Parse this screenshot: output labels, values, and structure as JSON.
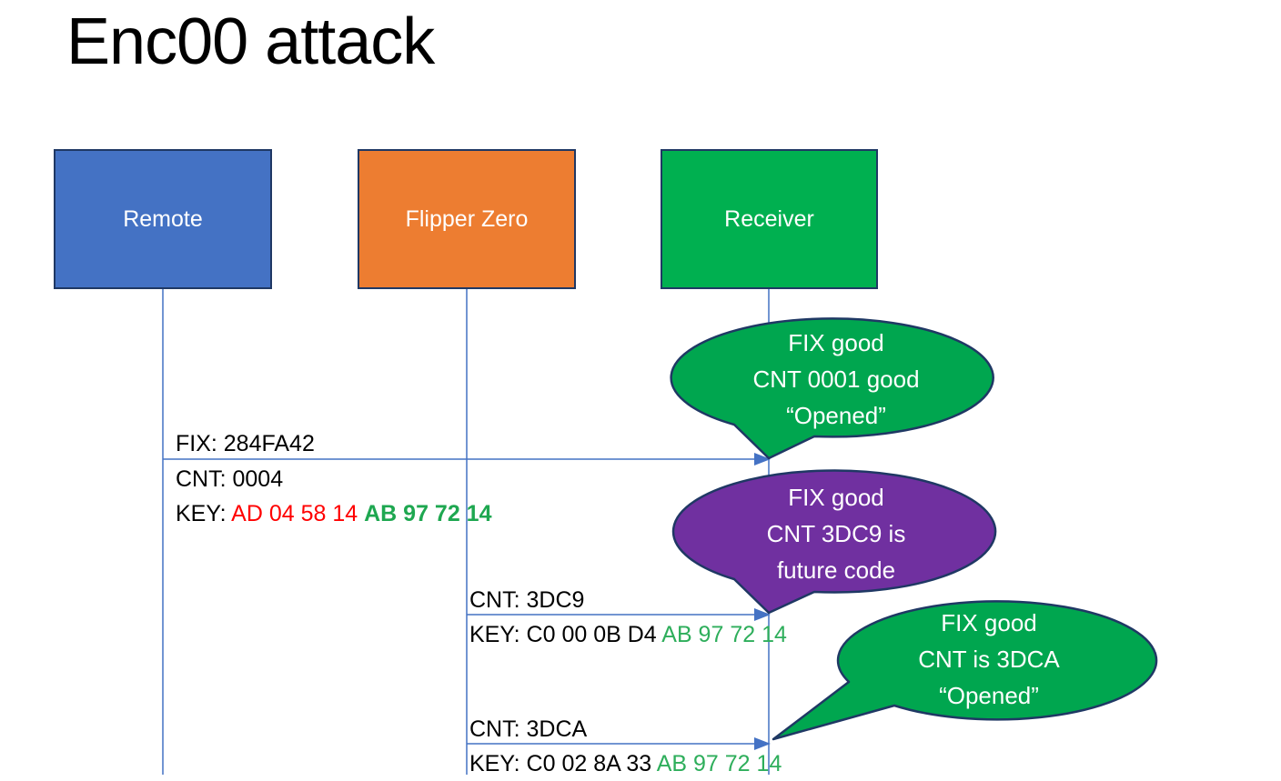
{
  "title": "Enc00 attack",
  "actors": [
    {
      "id": "remote",
      "label": "Remote",
      "fill": "#4472C4"
    },
    {
      "id": "flipper",
      "label": "Flipper Zero",
      "fill": "#ED7D31"
    },
    {
      "id": "receiver",
      "label": "Receiver",
      "fill": "#00B050"
    }
  ],
  "messages": [
    {
      "from": "remote",
      "to": "receiver",
      "fix_line": "FIX: 284FA42",
      "cnt_line": "CNT: 0004",
      "key_label": "KEY: ",
      "key_red": "AD 04 58 14 ",
      "key_green": "AB 97 72 14"
    },
    {
      "from": "flipper",
      "to": "receiver",
      "cnt_line": "CNT: 3DC9",
      "key_label": "KEY: ",
      "key_black": "C0 00 0B D4 ",
      "key_green": "AB 97 72 14"
    },
    {
      "from": "flipper",
      "to": "receiver",
      "cnt_line": "CNT: 3DCA",
      "key_label": "KEY: ",
      "key_black": "C0 02 8A 33 ",
      "key_green": "AB 97 72 14"
    }
  ],
  "callouts": [
    {
      "color": "#00A64F",
      "lines": [
        "FIX good",
        "CNT 0001 good",
        "“Opened”"
      ]
    },
    {
      "color": "#7030A0",
      "lines": [
        "FIX good",
        "CNT 3DC9 is",
        "future code"
      ]
    },
    {
      "color": "#00A64F",
      "lines": [
        "FIX good",
        "CNT is 3DCA",
        "“Opened”"
      ]
    }
  ],
  "colors": {
    "actor_border": "#1F3864",
    "callout_border": "#1F3864",
    "connector_blue": "#4472C4",
    "remote_fill": "#4472C4",
    "flipper_fill": "#ED7D31",
    "receiver_fill": "#00B050",
    "callout_green": "#00A64F",
    "callout_purple": "#7030A0",
    "key_red": "#FF0000",
    "key_green_bold": "#1EA750",
    "key_green": "#2EAE5B",
    "text_black": "#000000",
    "text_white": "#FFFFFF"
  }
}
